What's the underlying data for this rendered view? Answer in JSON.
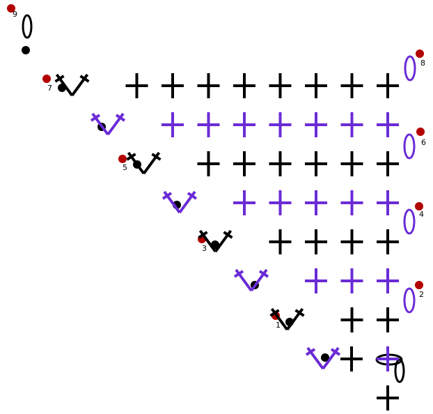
{
  "colors": {
    "odd_row": "#000000",
    "even_row": "#6a2bd6",
    "marker": "#b30000",
    "background": "#ffffff"
  },
  "row_labels": [
    "1",
    "2",
    "3",
    "4",
    "5",
    "6",
    "7",
    "8",
    "9"
  ],
  "symbols": {
    "single_crochet": "plus",
    "increase": "v",
    "chain": "oval",
    "slip_stitch": "dot",
    "row_marker": "dot-red"
  },
  "rows": [
    {
      "n": 0,
      "sc": 1,
      "inc": 0,
      "color": "odd_row"
    },
    {
      "n": 1,
      "sc": 1,
      "inc": 1,
      "color": "even_row"
    },
    {
      "n": 2,
      "sc": 2,
      "inc": 1,
      "color": "odd_row"
    },
    {
      "n": 3,
      "sc": 3,
      "inc": 1,
      "color": "even_row"
    },
    {
      "n": 4,
      "sc": 4,
      "inc": 1,
      "color": "odd_row"
    },
    {
      "n": 5,
      "sc": 5,
      "inc": 1,
      "color": "even_row"
    },
    {
      "n": 6,
      "sc": 6,
      "inc": 1,
      "color": "odd_row"
    },
    {
      "n": 7,
      "sc": 7,
      "inc": 1,
      "color": "even_row"
    },
    {
      "n": 8,
      "sc": 8,
      "inc": 1,
      "color": "odd_row"
    }
  ]
}
